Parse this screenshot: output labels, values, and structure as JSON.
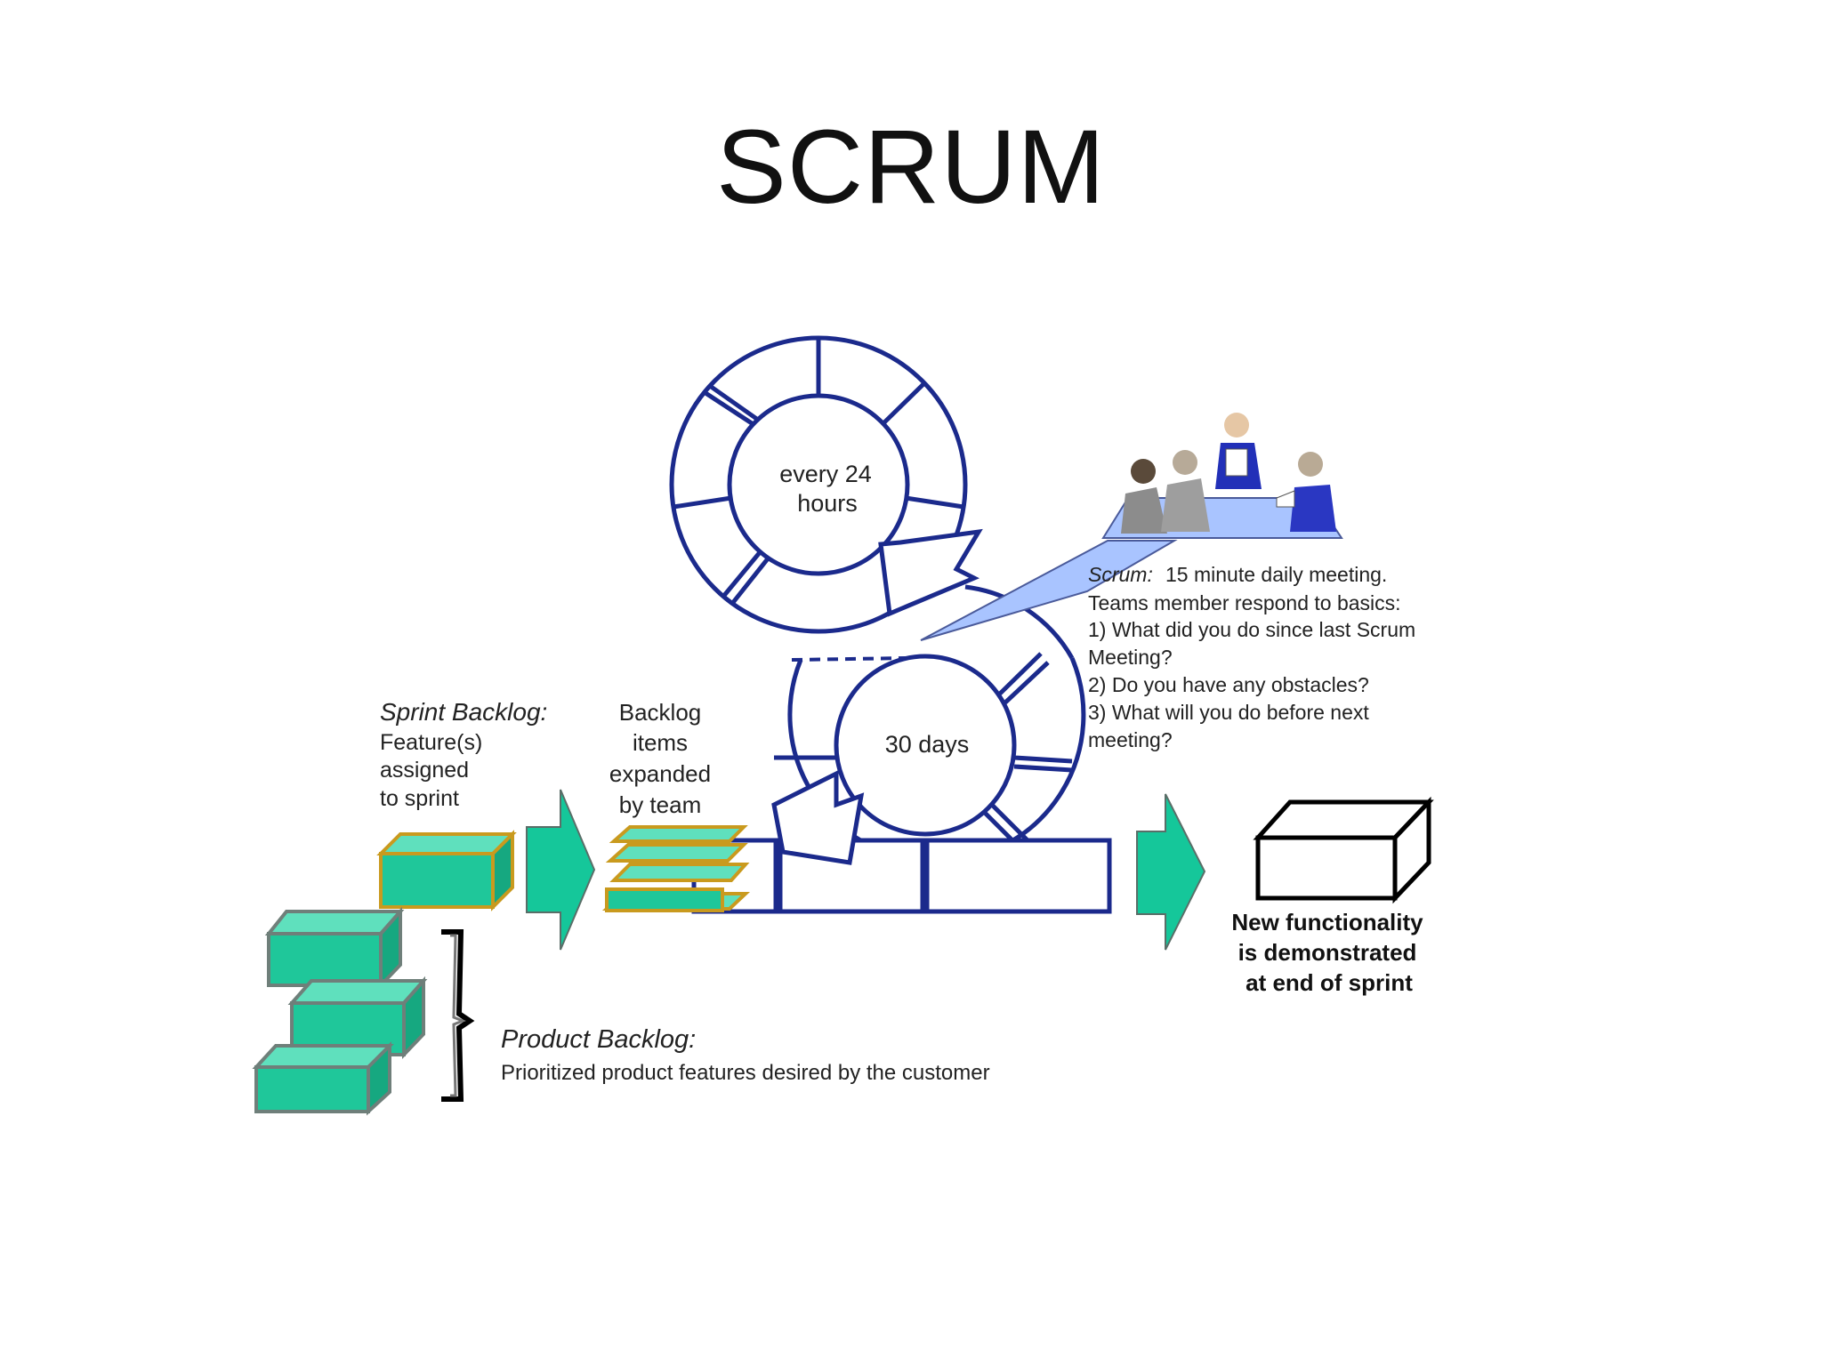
{
  "title": "SCRUM",
  "daily_cycle": {
    "label_line1": "every 24",
    "label_line2": "hours"
  },
  "sprint_cycle": {
    "label": "30 days"
  },
  "sprint_backlog": {
    "heading": "Sprint Backlog:",
    "lines": [
      "Feature(s)",
      "assigned",
      "to sprint"
    ]
  },
  "backlog_items": {
    "lines": [
      "Backlog",
      "items",
      "expanded",
      "by team"
    ]
  },
  "scrum_meeting": {
    "heading": "Scrum:",
    "lines": [
      "15 minute daily meeting.",
      "Teams member respond to basics:",
      " 1) What did you do since last Scrum",
      "Meeting?",
      " 2) Do you have any obstacles?",
      " 3) What will you do before next",
      "meeting?"
    ]
  },
  "product_backlog": {
    "heading": "Product Backlog:",
    "description": "Prioritized product features desired by the customer"
  },
  "result": {
    "lines": [
      "New functionality",
      "is demonstrated",
      "at end of sprint"
    ]
  },
  "colors": {
    "cycle_stroke": "#1b2a8c",
    "feature_green": "#1fc79a",
    "arrow_green": "#15c79a",
    "callout_blue": "#a9c4ff"
  }
}
